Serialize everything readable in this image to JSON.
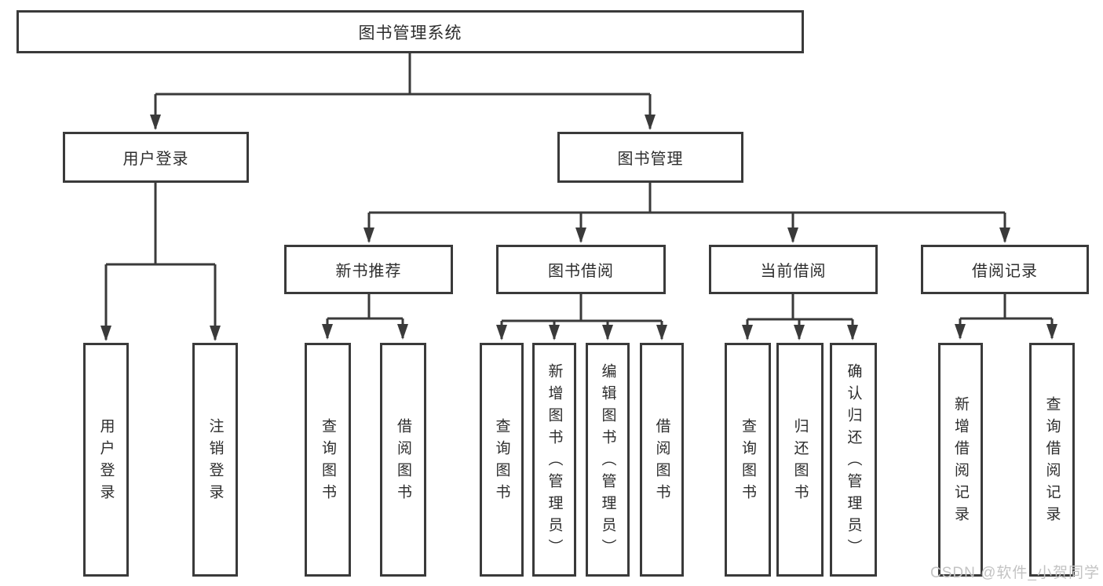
{
  "diagram": {
    "title": "图书管理系统",
    "root": {
      "label": "图书管理系统"
    },
    "level2": [
      {
        "label": "用户登录"
      },
      {
        "label": "图书管理"
      }
    ],
    "level3": [
      {
        "label": "新书推荐"
      },
      {
        "label": "图书借阅"
      },
      {
        "label": "当前借阅"
      },
      {
        "label": "借阅记录"
      }
    ],
    "leaves": {
      "login": [
        "用户登录",
        "注销登录"
      ],
      "recommend": [
        "查询图书",
        "借阅图书"
      ],
      "borrow": [
        "查询图书",
        "新增图书（管理员）",
        "编辑图书（管理员）",
        "借阅图书"
      ],
      "current": [
        "查询图书",
        "归还图书",
        "确认归还（管理员）"
      ],
      "records": [
        "新增借阅记录",
        "查询借阅记录"
      ]
    }
  },
  "watermark": {
    "text": "CSDN @软件_小贺同学"
  },
  "colors": {
    "background": "#ffffff",
    "line": "#3a3a3a",
    "text": "#2d2d2d",
    "watermark": "#c3c3c3"
  }
}
